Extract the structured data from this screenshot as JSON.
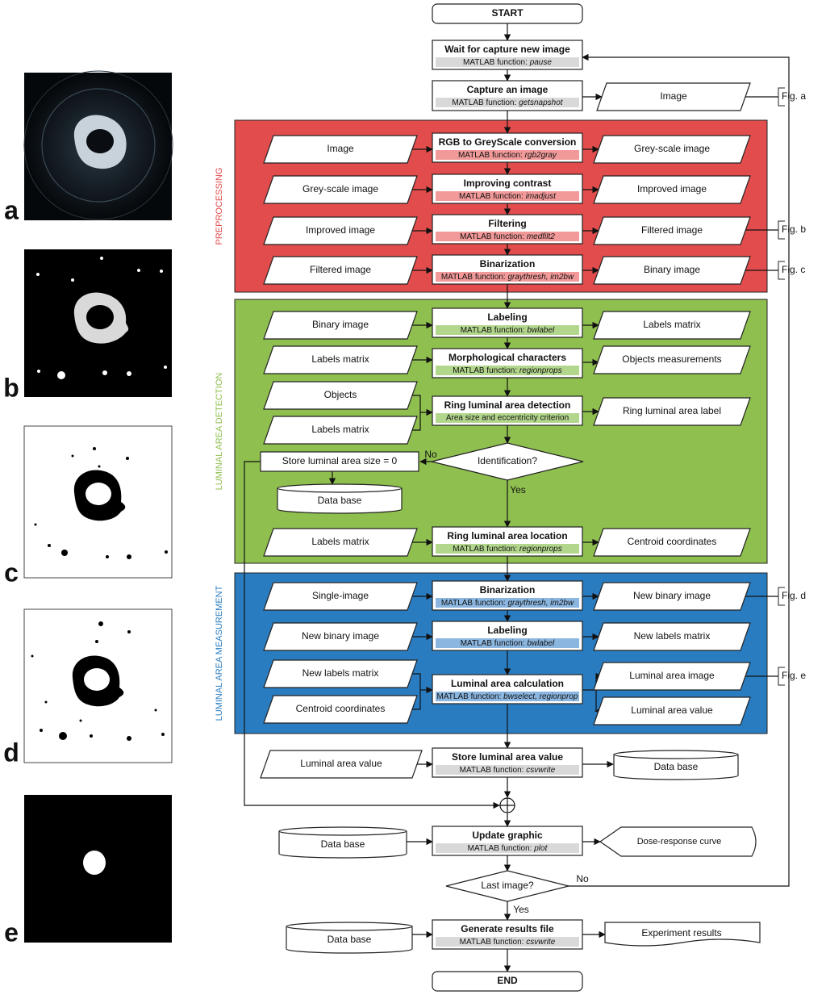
{
  "start_label": "START",
  "end_label": "END",
  "sections": [
    {
      "name": "PREPROCESSING",
      "color": "#e34c4c",
      "light": "#f29a9a"
    },
    {
      "name": "LUMINAL AREA DETECTION",
      "color": "#8fbf4f",
      "light": "#b3d68d"
    },
    {
      "name": "LUMINAL AREA MEASUREMENT",
      "color": "#2a7cc1",
      "light": "#8bb6e0"
    }
  ],
  "process": {
    "wait": {
      "title": "Wait for capture new image",
      "fn": "pause"
    },
    "capture": {
      "title": "Capture an image",
      "fn": "getsnapshot"
    },
    "gray": {
      "title": "RGB to GreyScale conversion",
      "fn": "rgb2gray"
    },
    "contrast": {
      "title": "Improving contrast",
      "fn": "imadjust"
    },
    "filter": {
      "title": "Filtering",
      "fn": "medfilt2"
    },
    "binar1": {
      "title": "Binarization",
      "fn": "graythresh, im2bw"
    },
    "label1": {
      "title": "Labeling",
      "fn": "bwlabel"
    },
    "morph": {
      "title": "Morphological characters",
      "fn": "regionprops"
    },
    "ring": {
      "title": "Ring luminal area detection",
      "sub": "Area size and eccentricity criterion"
    },
    "store0": {
      "title": "Store luminal area size = 0"
    },
    "location": {
      "title": "Ring luminal area location",
      "fn": "regionprops"
    },
    "binar2": {
      "title": "Binarization",
      "fn": "graythresh, im2bw"
    },
    "label2": {
      "title": "Labeling",
      "fn": "bwlabel"
    },
    "calc": {
      "title": "Luminal area calculation",
      "fn": "bwselect, regionprop"
    },
    "store": {
      "title": "Store luminal area value",
      "fn": "csvwrite"
    },
    "update": {
      "title": "Update graphic",
      "fn": "plot"
    },
    "results": {
      "title": "Generate results file",
      "fn": "csvwrite"
    }
  },
  "fn_prefix": "MATLAB function: ",
  "decisions": {
    "identification": {
      "label": "Identification?",
      "yes": "Yes",
      "no": "No"
    },
    "last": {
      "label": "Last image?",
      "yes": "Yes",
      "no": "No"
    }
  },
  "data_items": {
    "image_out": "Image",
    "pre_in": [
      "Image",
      "Grey-scale image",
      "Improved image",
      "Filtered image"
    ],
    "pre_out": [
      "Grey-scale image",
      "Improved image",
      "Filtered image",
      "Binary image"
    ],
    "det_in": [
      "Binary image",
      "Labels matrix",
      "Objects",
      "Labels matrix",
      "Labels matrix"
    ],
    "det_out": [
      "Labels matrix",
      "Objects measurements",
      "Ring luminal area label",
      "Centroid coordinates"
    ],
    "meas_in": [
      "Single-image",
      "New binary image",
      "New labels matrix",
      "Centroid coordinates"
    ],
    "meas_out": [
      "New binary image",
      "New labels matrix",
      "Luminal area image",
      "Luminal area value"
    ],
    "store_in": "Luminal area value",
    "dose_curve": "Dose-response curve",
    "experiment_results": "Experiment results"
  },
  "database_label": "Data base",
  "fig_refs": [
    "Fig. a",
    "Fig. b",
    "Fig. c",
    "Fig. d",
    "Fig. e"
  ],
  "panel_letters": [
    "a",
    "b",
    "c",
    "d",
    "e"
  ]
}
